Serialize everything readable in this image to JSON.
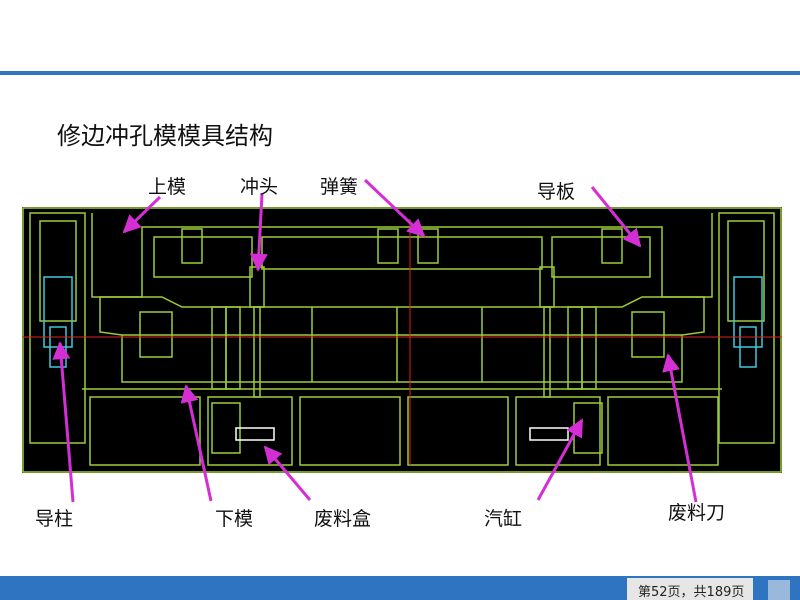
{
  "slide": {
    "title": "修边冲孔模模具结构",
    "page_number": "第52页，共189页"
  },
  "labels": {
    "upper_die": "上模",
    "punch": "冲头",
    "spring": "弹簧",
    "guide_plate": "导板",
    "guide_pillar": "导柱",
    "lower_die": "下模",
    "scrap_box": "废料盒",
    "cylinder": "汽缸",
    "scrap_cutter": "废料刀"
  },
  "colors": {
    "accent_blue": "#2f74c0",
    "callout_arrow": "#d42fd4",
    "drawing_background": "#000000",
    "drawing_lines": "#9ccc3a",
    "centerline": "#e02020",
    "guide_pillar_lines": "#3fc8e0"
  }
}
